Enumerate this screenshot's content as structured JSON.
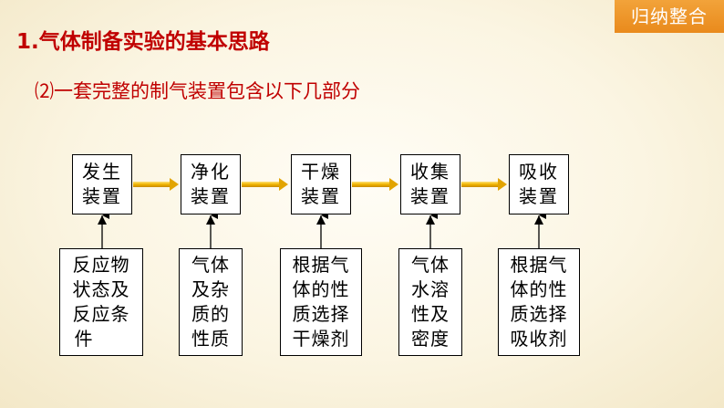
{
  "badge": "归纳整合",
  "title": "1.气体制备实验的基本思路",
  "subtitle": "⑵一套完整的制气装置包含以下几部分",
  "stages": [
    {
      "top": [
        "发生",
        "装置"
      ],
      "bottom": [
        "反应物",
        "状态及",
        "反应条",
        "件"
      ]
    },
    {
      "top": [
        "净化",
        "装置"
      ],
      "bottom": [
        "气体",
        "及杂",
        "质的",
        "性质"
      ]
    },
    {
      "top": [
        "干燥",
        "装置"
      ],
      "bottom": [
        "根据气",
        "体的性",
        "质选择",
        "干燥剂"
      ]
    },
    {
      "top": [
        "收集",
        "装置"
      ],
      "bottom": [
        "气体",
        "水溶",
        "性及",
        "密度"
      ]
    },
    {
      "top": [
        "吸收",
        "装置"
      ],
      "bottom": [
        "根据气",
        "体的性",
        "质选择",
        "吸收剂"
      ]
    }
  ],
  "colors": {
    "accent": "#c00000",
    "badge": "#e98a1c",
    "arrow": "#e0a800"
  }
}
